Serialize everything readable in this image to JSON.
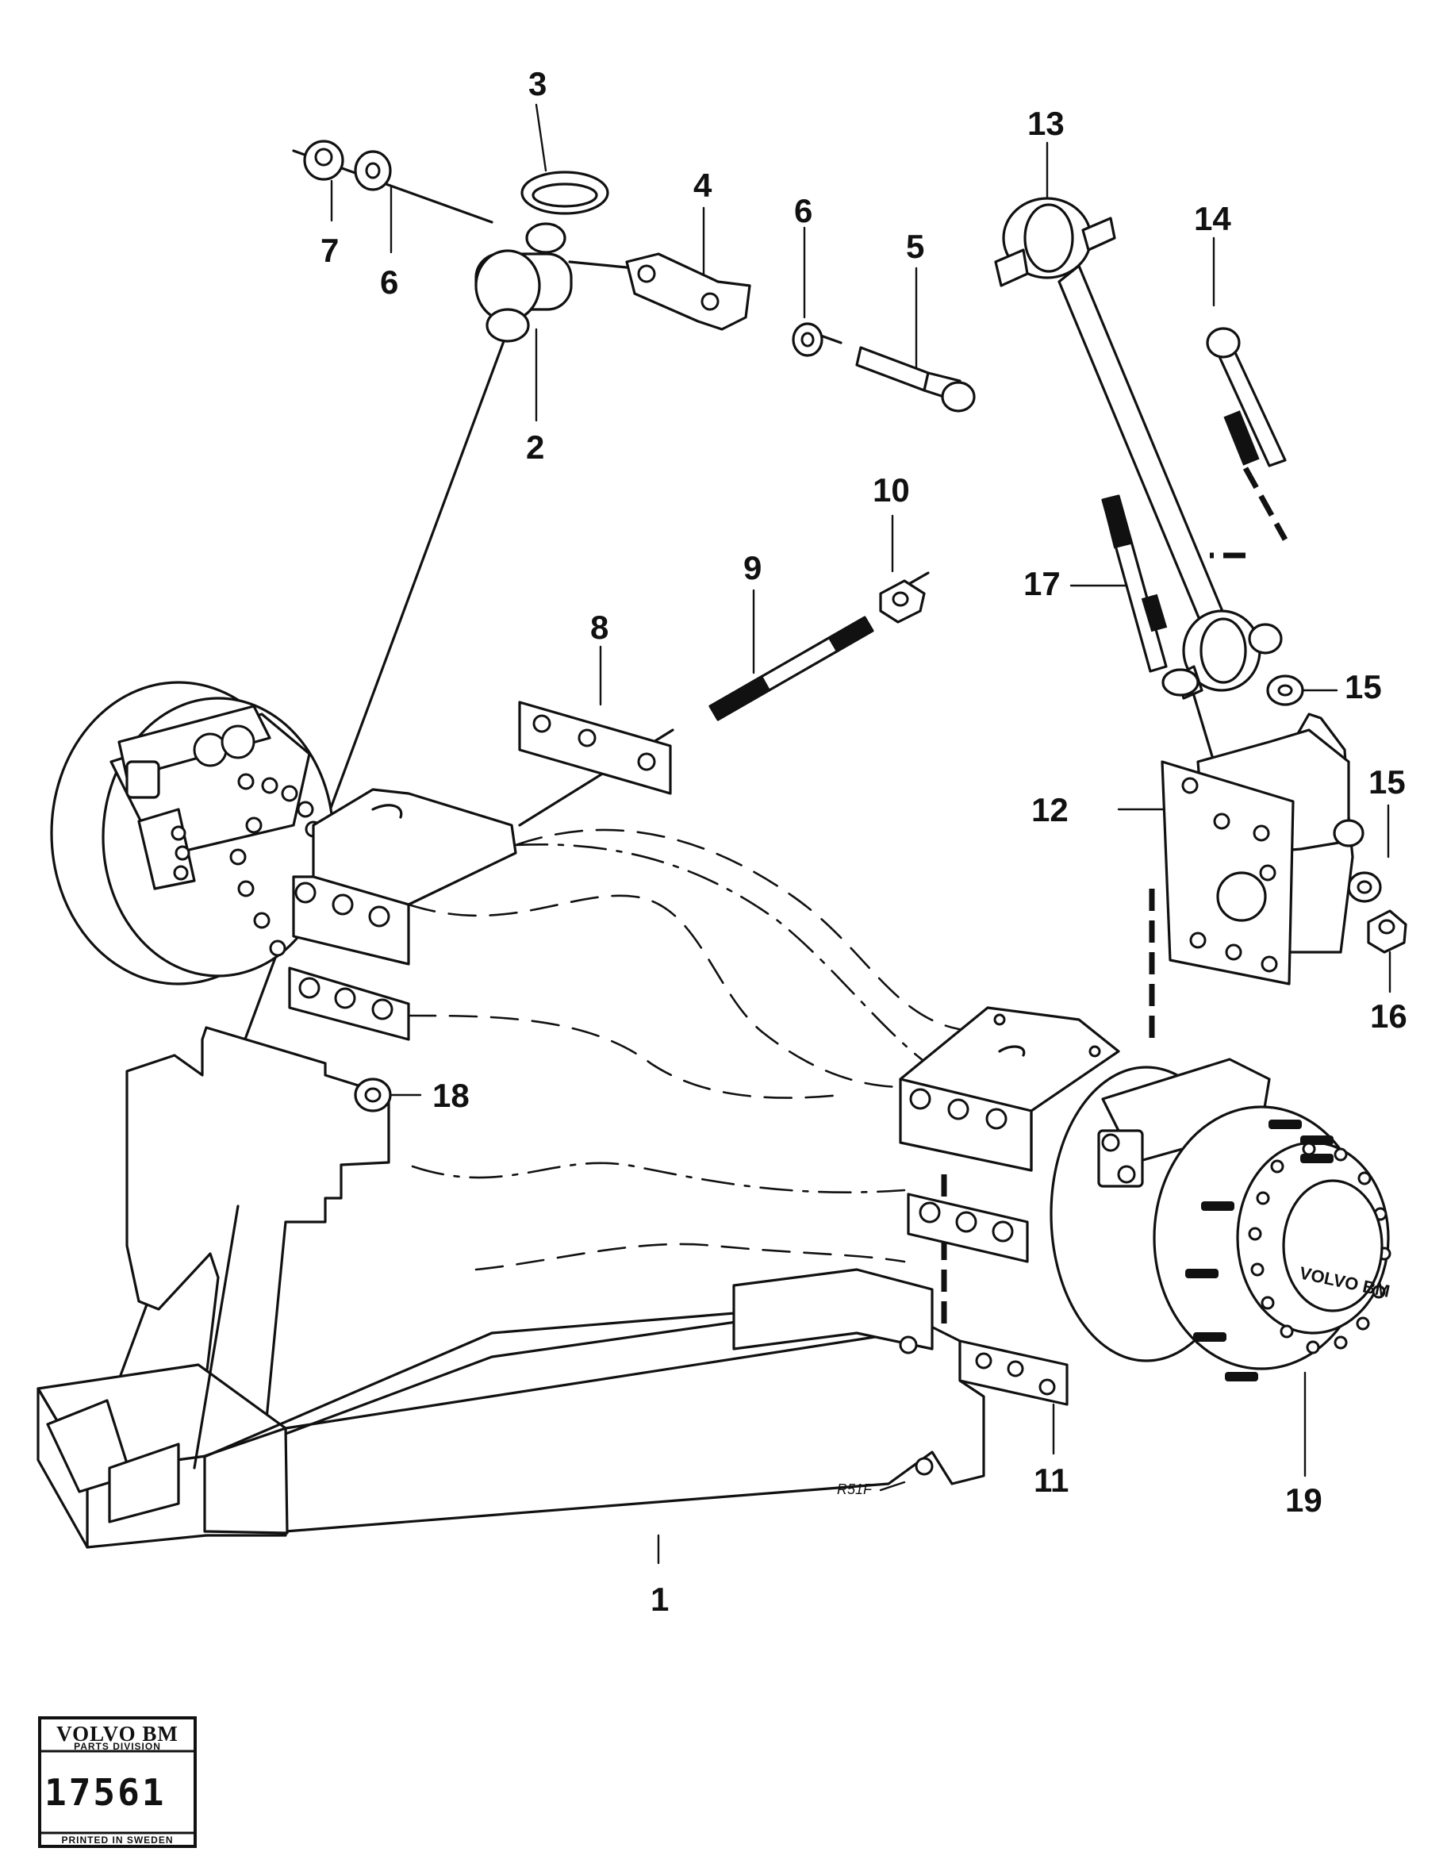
{
  "callouts": {
    "c1": "1",
    "c2": "2",
    "c3": "3",
    "c4": "4",
    "c5": "5",
    "c6a": "6",
    "c6b": "6",
    "c7": "7",
    "c8": "8",
    "c9": "9",
    "c10": "10",
    "c11": "11",
    "c12": "12",
    "c13": "13",
    "c14": "14",
    "c15a": "15",
    "c15b": "15",
    "c16": "16",
    "c17": "17",
    "c18": "18",
    "c19": "19"
  },
  "annotation": "R51F",
  "hub_marking": "VOLVO BM",
  "title_block": {
    "brand": "VOLVO BM",
    "division": "PARTS DIVISION",
    "number": "17561",
    "footer": "PRINTED IN SWEDEN"
  }
}
